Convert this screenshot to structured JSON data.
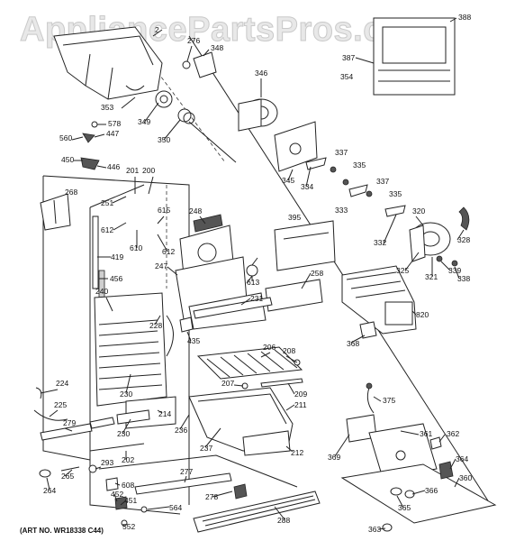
{
  "watermark": "AppliancePartsPros.com",
  "art_number": "(ART NO. WR18338 C44)",
  "part_labels": [
    "2",
    "276",
    "348",
    "346",
    "388",
    "387",
    "354",
    "353",
    "578",
    "447",
    "349",
    "350",
    "560",
    "450",
    "446",
    "201",
    "200",
    "268",
    "345",
    "334",
    "337",
    "335",
    "337",
    "335",
    "251",
    "615",
    "248",
    "333",
    "320",
    "612",
    "610",
    "612",
    "395",
    "328",
    "419",
    "247",
    "613",
    "332",
    "325",
    "339",
    "321",
    "338",
    "258",
    "456",
    "240",
    "231",
    "820",
    "228",
    "435",
    "368",
    "206",
    "208",
    "207",
    "209",
    "211",
    "375",
    "224",
    "230",
    "225",
    "214",
    "279",
    "236",
    "361",
    "362",
    "230",
    "237",
    "369",
    "212",
    "202",
    "364",
    "293",
    "265",
    "608",
    "277",
    "360",
    "264",
    "452",
    "366",
    "278",
    "451",
    "564",
    "365",
    "552",
    "288",
    "363"
  ]
}
